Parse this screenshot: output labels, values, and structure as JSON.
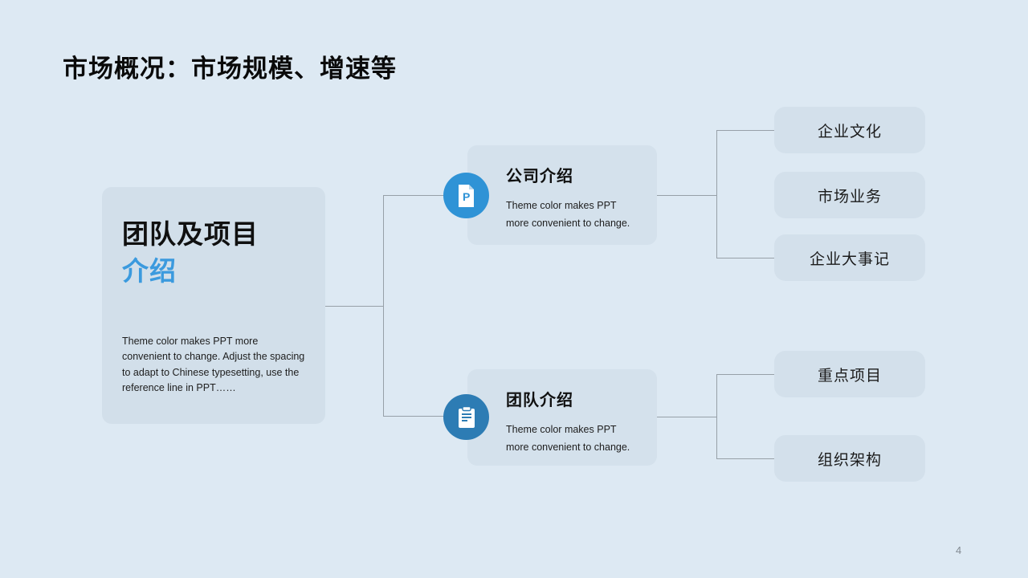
{
  "slide": {
    "title": "市场概况：市场规模、增速等",
    "page_number": "4",
    "colors": {
      "background": "#dde9f3",
      "card_fill": "#d2dfea",
      "accent_blue": "#3b9ade",
      "icon_circle_top": "#2f93d6",
      "icon_circle_bottom": "#2d7cb4",
      "connector_gray": "#97a0a8"
    }
  },
  "root_card": {
    "heading_line1": "团队及项目",
    "heading_line2": "介绍",
    "body": "Theme color makes PPT more convenient to change. Adjust the spacing to adapt to Chinese typesetting, use the reference line in PPT……"
  },
  "branches": [
    {
      "title": "公司介绍",
      "body": "Theme color makes PPT more convenient to change.",
      "icon": "ppt-document-icon",
      "icon_letter": "P",
      "children": [
        "企业文化",
        "市场业务",
        "企业大事记"
      ]
    },
    {
      "title": "团队介绍",
      "body": "Theme color makes PPT more convenient to change.",
      "icon": "clipboard-icon",
      "children": [
        "重点项目",
        "组织架构"
      ]
    }
  ]
}
